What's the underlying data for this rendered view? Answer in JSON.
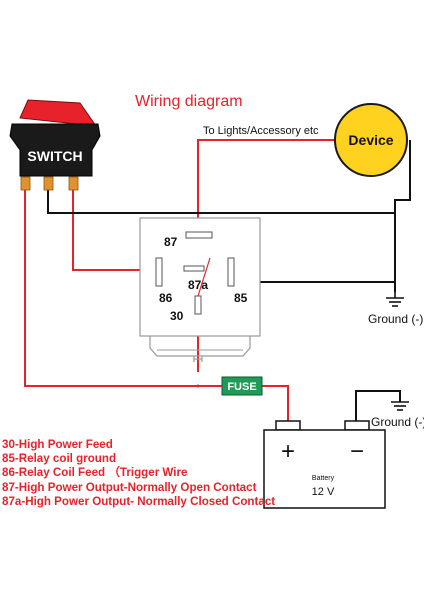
{
  "title": "Wiring diagram",
  "switch": {
    "label": "SWITCH"
  },
  "device": {
    "label": "Device",
    "caption": "To Lights/Accessory etc"
  },
  "relay": {
    "pins": {
      "p87": "87",
      "p87a": "87a",
      "p86": "86",
      "p85": "85",
      "p30": "30"
    }
  },
  "fuse": {
    "label": "FUSE"
  },
  "battery": {
    "plus": "+",
    "minus": "−",
    "name": "Battery",
    "voltage": "12 V"
  },
  "grounds": {
    "upper": "Ground (-)",
    "lower": "Ground (-)"
  },
  "legend": [
    "30-High Power Feed",
    "85-Relay coil ground",
    "86-Relay Coil Feed （Trigger Wire",
    "87-High Power Output-Normally Open Contact",
    "87a-High Power Output- Normally Closed Contact"
  ],
  "colors": {
    "wire_power": "#e8222a",
    "wire_ground": "#111111",
    "switch_rocker": "#e8222a",
    "switch_body": "#1a1a1a",
    "device_fill": "#ffd21f",
    "fuse_fill": "#1f9a57"
  }
}
